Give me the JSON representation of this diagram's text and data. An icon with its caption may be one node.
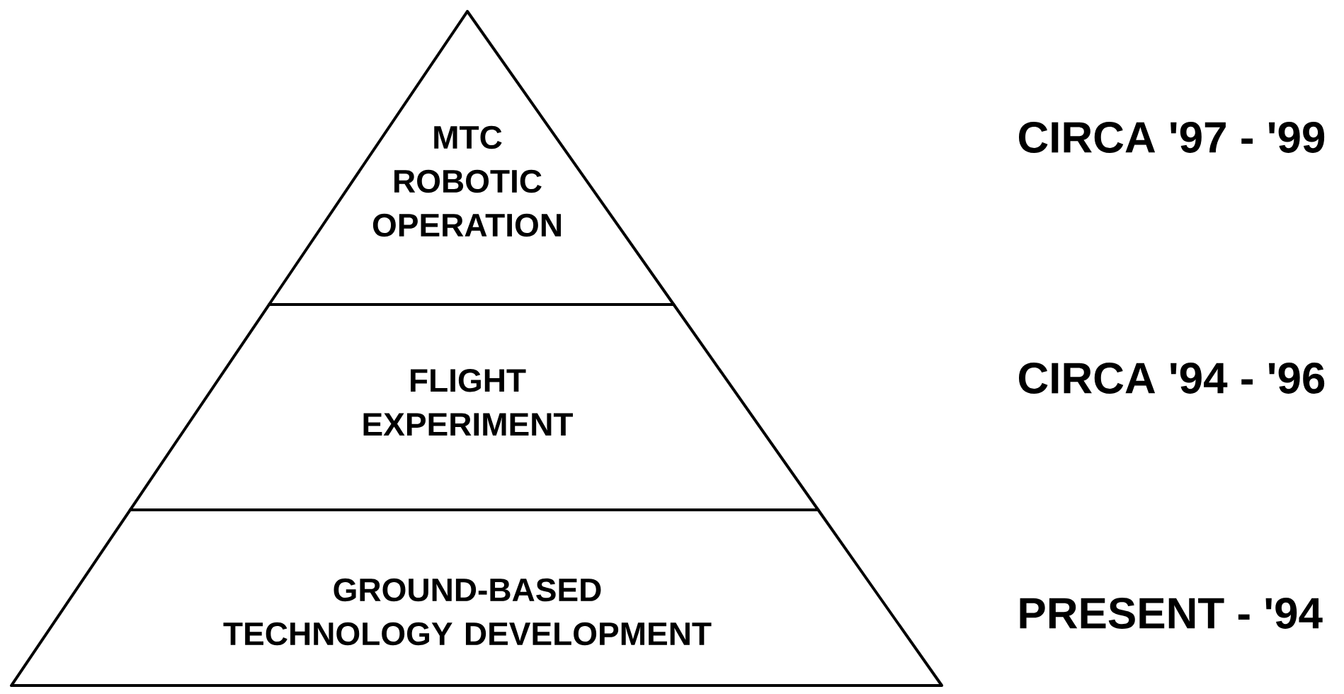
{
  "diagram": {
    "nodes": [
      {
        "text": [
          "MTC ROBOTIC OPERATION"
        ]
      },
      {
        "text": [
          "FLIGHT EXPERIMENT"
        ]
      },
      {
        "text": [
          "GROUND-BASED TECHNOLOGY DEVELOPMENT"
        ]
      }
    ],
    "labels": [
      "CIRCA '97 - '99",
      "CIRCA '94 - '96",
      "PRESENT - '94"
    ]
  }
}
